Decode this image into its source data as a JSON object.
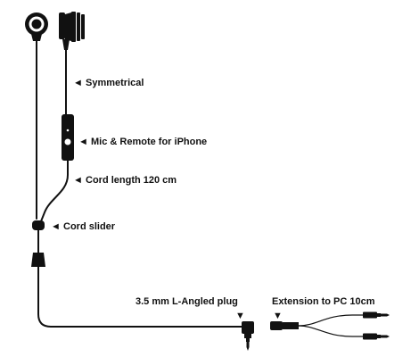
{
  "labels": {
    "symmetrical": "Symmetrical",
    "mic_remote": "Mic & Remote for iPhone",
    "cord_length": "Cord length 120 cm",
    "cord_slider": "Cord slider",
    "plug": "3.5 mm L-Angled plug",
    "extension": "Extension to PC 10cm"
  },
  "pointers": {
    "left": "◄",
    "down": "▼"
  },
  "colors": {
    "ink": "#111111",
    "background": "#ffffff"
  }
}
